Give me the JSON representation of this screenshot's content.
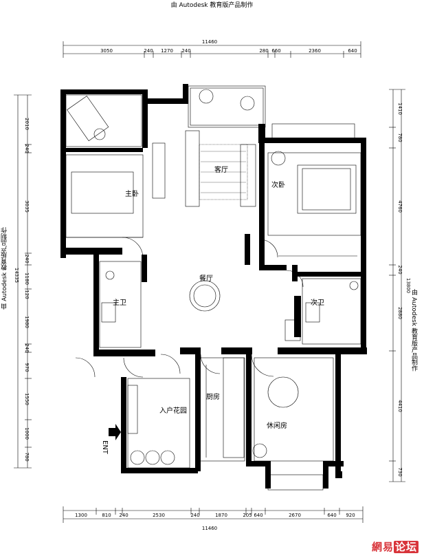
{
  "watermark": "由 Autodesk 教育版产品制作",
  "forum_logo": {
    "part1": "網易",
    "part2": "论坛"
  },
  "top_dims": {
    "total": "11460",
    "segments": [
      "3050",
      "240",
      "1270",
      "240",
      "280",
      "660",
      "2360",
      "640"
    ]
  },
  "bottom_dims": {
    "total": "11460",
    "segments": [
      "1300",
      "810",
      "240",
      "2530",
      "240",
      "1870",
      "205",
      "640",
      "2670",
      "640",
      "920"
    ]
  },
  "left_dims": {
    "total": "14335",
    "segments": [
      "2010",
      "240",
      "3035",
      "240",
      "1180",
      "120",
      "1980",
      "240",
      "970",
      "1550",
      "1000",
      "780"
    ]
  },
  "right_dims": {
    "total": "13800",
    "segments": [
      "1410",
      "780",
      "4760",
      "240",
      "2880",
      "4410",
      "730"
    ]
  },
  "rooms": {
    "master_bedroom": "主卧",
    "living_room": "客厅",
    "bedroom": "次卧",
    "dining": "餐厅",
    "master_bath": "主卫",
    "guest_bath": "次卫",
    "entry_garden": "入户花园",
    "kitchen": "厨房",
    "study": "休闲房",
    "entry": "ENT"
  }
}
